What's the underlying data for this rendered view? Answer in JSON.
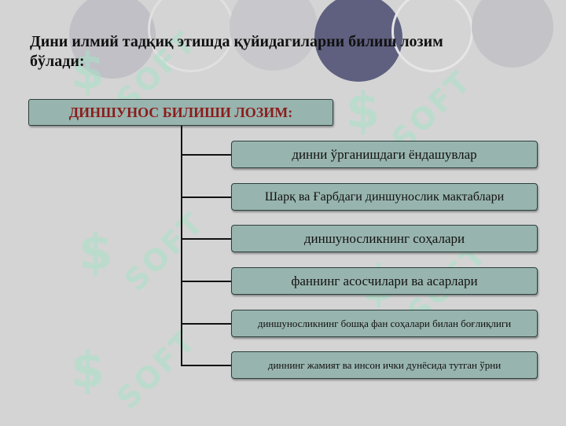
{
  "title": "Дини илмий тадқиқ этишда қуйидагиларни билиш лозим бўлади:",
  "root": "ДИНШУНОС БИЛИШИ ЛОЗИМ:",
  "items": [
    "динни ўрганишдаги ёндашувлар",
    "Шарқ ва Ғарбдаги диншунослик мактаблари",
    "диншуносликнинг соҳалари",
    "фаннинг асосчилари ва асарлари",
    "диншуносликнинг бошқа фан соҳалари билан боғлиқлиги",
    "диннинг жамият ва инсон ички дунёсида тутган ўрни"
  ],
  "watermark": "SOFT"
}
